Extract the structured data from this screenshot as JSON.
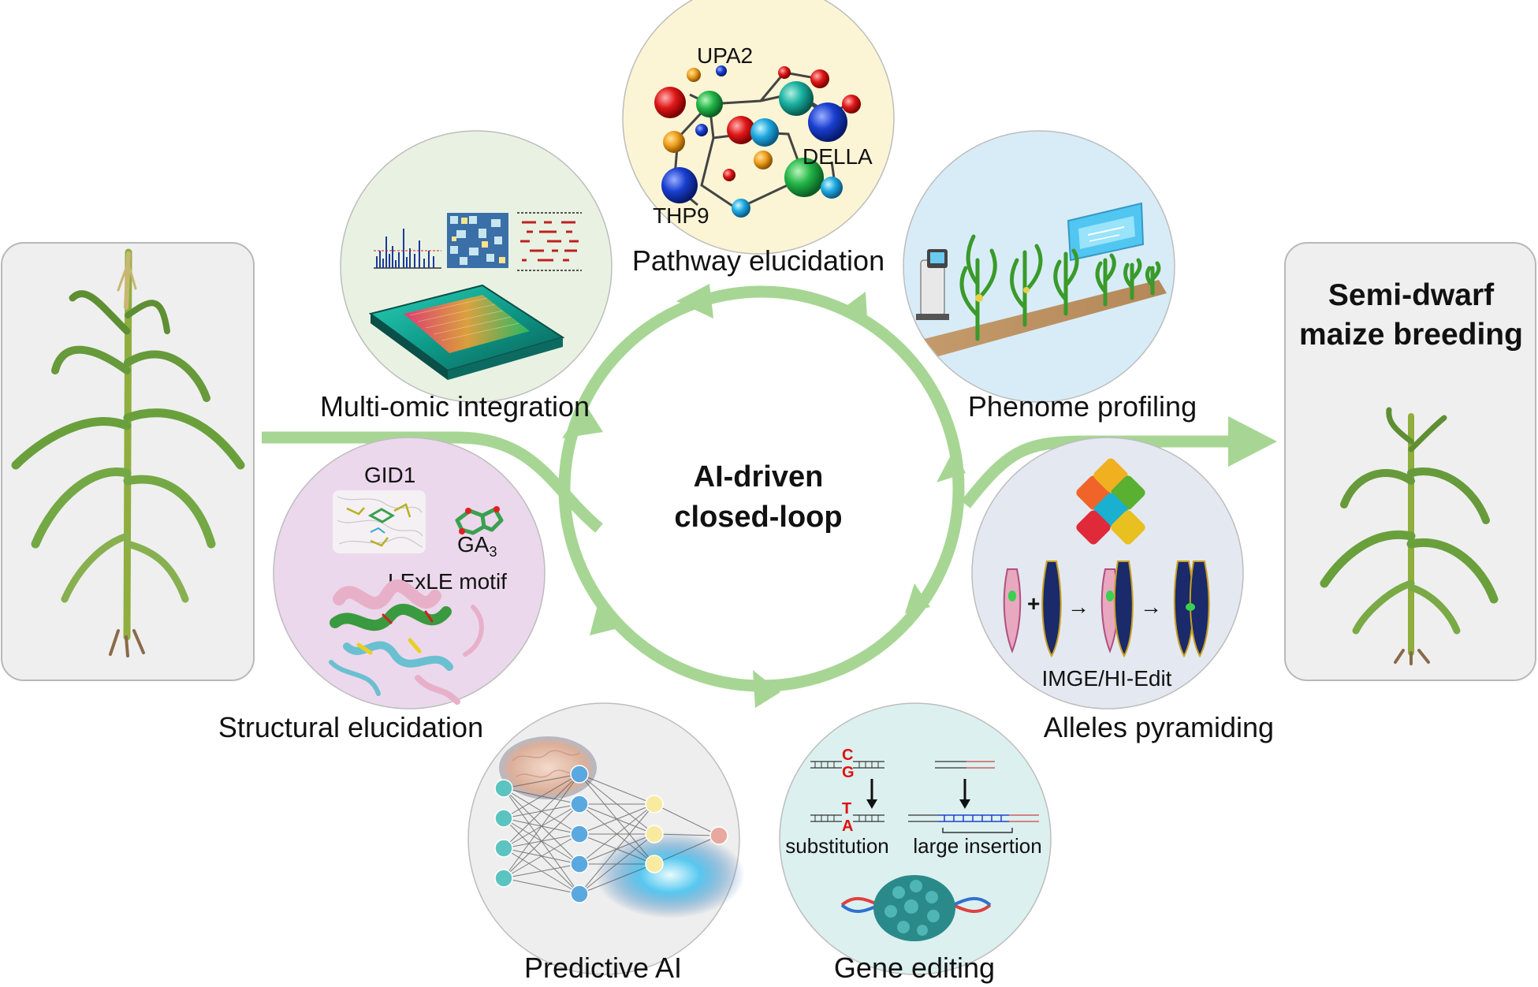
{
  "center": {
    "line1": "AI-driven",
    "line2": "closed-loop"
  },
  "output": {
    "line1": "Semi-dwarf",
    "line2": "maize breeding"
  },
  "stages": {
    "pathway": {
      "label": "Pathway elucidation",
      "nodes": [
        "UPA2",
        "DELLA",
        "THP9"
      ]
    },
    "multiomic": {
      "label": "Multi-omic integration"
    },
    "phenome": {
      "label": "Phenome profiling"
    },
    "structural": {
      "label": "Structural elucidation",
      "protein": "GID1",
      "ligand": "GA",
      "ligand_subscript": "3",
      "motif": "LExLE motif"
    },
    "predictive": {
      "label": "Predictive AI"
    },
    "gene_editing": {
      "label": "Gene editing",
      "substitution": "substitution",
      "insertion": "large insertion",
      "bases_before": [
        "C",
        "G"
      ],
      "bases_after": [
        "T",
        "A"
      ]
    },
    "alleles": {
      "label": "Alleles pyramiding",
      "method": "IMGE/HI-Edit",
      "plus": "+"
    }
  },
  "colors": {
    "arrow_green": "#a7d694",
    "pathway_bg": "#fbf5d5",
    "multiomic_bg": "#e9f2e2",
    "phenome_bg": "#d8ecf7",
    "structural_bg": "#ebd8ec",
    "predictive_bg": "#eeeeee",
    "gene_editing_bg": "#dcf0ef",
    "alleles_bg": "#e4e8f0",
    "panel_bg": "#efefef",
    "panel_border": "#b8b8b8"
  }
}
